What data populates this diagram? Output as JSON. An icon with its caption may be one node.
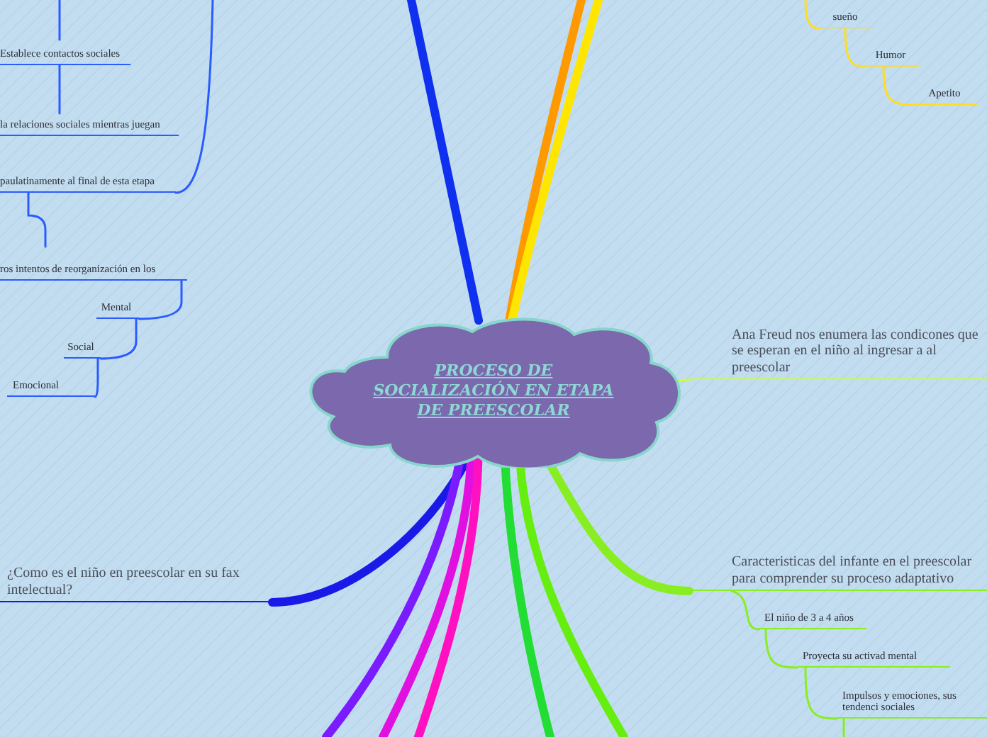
{
  "diagram": {
    "nodes": [
      {
        "text": [
          "PROCESO DE SOCIALIZACIÓN EN ETAPA DE PREESCOLAR"
        ]
      },
      {
        "text": [
          "Establece contactos sociales"
        ]
      },
      {
        "text": [
          "la relaciones sociales mientras juegan"
        ]
      },
      {
        "text": [
          "paulatinamente al final de esta etapa"
        ]
      },
      {
        "text": [
          "ros intentos de reorganización en los"
        ]
      },
      {
        "text": [
          "Mental"
        ]
      },
      {
        "text": [
          "Social"
        ]
      },
      {
        "text": [
          "Emocional"
        ]
      },
      {
        "text": [
          "sueño"
        ]
      },
      {
        "text": [
          "Humor"
        ]
      },
      {
        "text": [
          "Apetito"
        ]
      },
      {
        "text": [
          "Ana Freud nos enumera las condicones que se esperan en el niño al ingresar a al preescolar"
        ]
      },
      {
        "text": [
          "Caracteristicas del infante en el preescolar para comprender su proceso adaptativo"
        ]
      },
      {
        "text": [
          "El niño de 3 a 4 años"
        ]
      },
      {
        "text": [
          "Proyecta su activad mental"
        ]
      },
      {
        "text": [
          "Impulsos y emociones, sus tendenci sociales"
        ]
      },
      {
        "text": [
          "¿Como es el niño en preescolar en su fax intelectual?"
        ]
      }
    ],
    "edges": [
      {
        "from": 0,
        "to": null,
        "arrow": "none",
        "style": "thick",
        "color": "#1030f0"
      },
      {
        "from": 0,
        "to": null,
        "arrow": "none",
        "style": "thick",
        "color": "#ff9900"
      },
      {
        "from": 0,
        "to": null,
        "arrow": "none",
        "style": "thick",
        "color": "#ffe600"
      },
      {
        "from": null,
        "to": 3,
        "arrow": "none",
        "color": "#2a5cff"
      },
      {
        "from": null,
        "to": 1,
        "arrow": "none",
        "color": "#2a5cff"
      },
      {
        "from": 1,
        "to": 2,
        "arrow": "none",
        "color": "#2a5cff"
      },
      {
        "from": 3,
        "to": 4,
        "arrow": "none",
        "color": "#2a5cff"
      },
      {
        "from": 4,
        "to": 5,
        "arrow": "none",
        "color": "#2a5cff"
      },
      {
        "from": 5,
        "to": 6,
        "arrow": "none",
        "color": "#2a5cff"
      },
      {
        "from": 6,
        "to": 7,
        "arrow": "none",
        "color": "#2a5cff"
      },
      {
        "from": null,
        "to": 8,
        "arrow": "none",
        "color": "#ffdd22"
      },
      {
        "from": 8,
        "to": 9,
        "arrow": "none",
        "color": "#ffdd22"
      },
      {
        "from": 9,
        "to": 10,
        "arrow": "none",
        "color": "#ffdd22"
      },
      {
        "from": 0,
        "to": 11,
        "arrow": "none",
        "color": "#ccff33"
      },
      {
        "from": 0,
        "to": 12,
        "arrow": "none",
        "style": "thick",
        "color": "#88ee22"
      },
      {
        "from": 12,
        "to": 13,
        "arrow": "none",
        "color": "#88ee22"
      },
      {
        "from": 13,
        "to": 14,
        "arrow": "none",
        "color": "#88ee22"
      },
      {
        "from": 14,
        "to": 15,
        "arrow": "none",
        "color": "#88ee22"
      },
      {
        "from": 15,
        "to": null,
        "arrow": "none",
        "color": "#88ee22"
      },
      {
        "from": 0,
        "to": 16,
        "arrow": "none",
        "style": "thick",
        "color": "#1a1ae8"
      },
      {
        "from": 0,
        "to": null,
        "arrow": "none",
        "style": "thick",
        "color": "#7a1cff"
      },
      {
        "from": 0,
        "to": null,
        "arrow": "none",
        "style": "thick",
        "color": "#e010e0"
      },
      {
        "from": 0,
        "to": null,
        "arrow": "none",
        "style": "thick",
        "color": "#ff10c0"
      },
      {
        "from": 0,
        "to": null,
        "arrow": "none",
        "style": "thick",
        "color": "#22dd33"
      },
      {
        "from": 0,
        "to": null,
        "arrow": "none",
        "style": "thick",
        "color": "#66ee11"
      }
    ]
  }
}
